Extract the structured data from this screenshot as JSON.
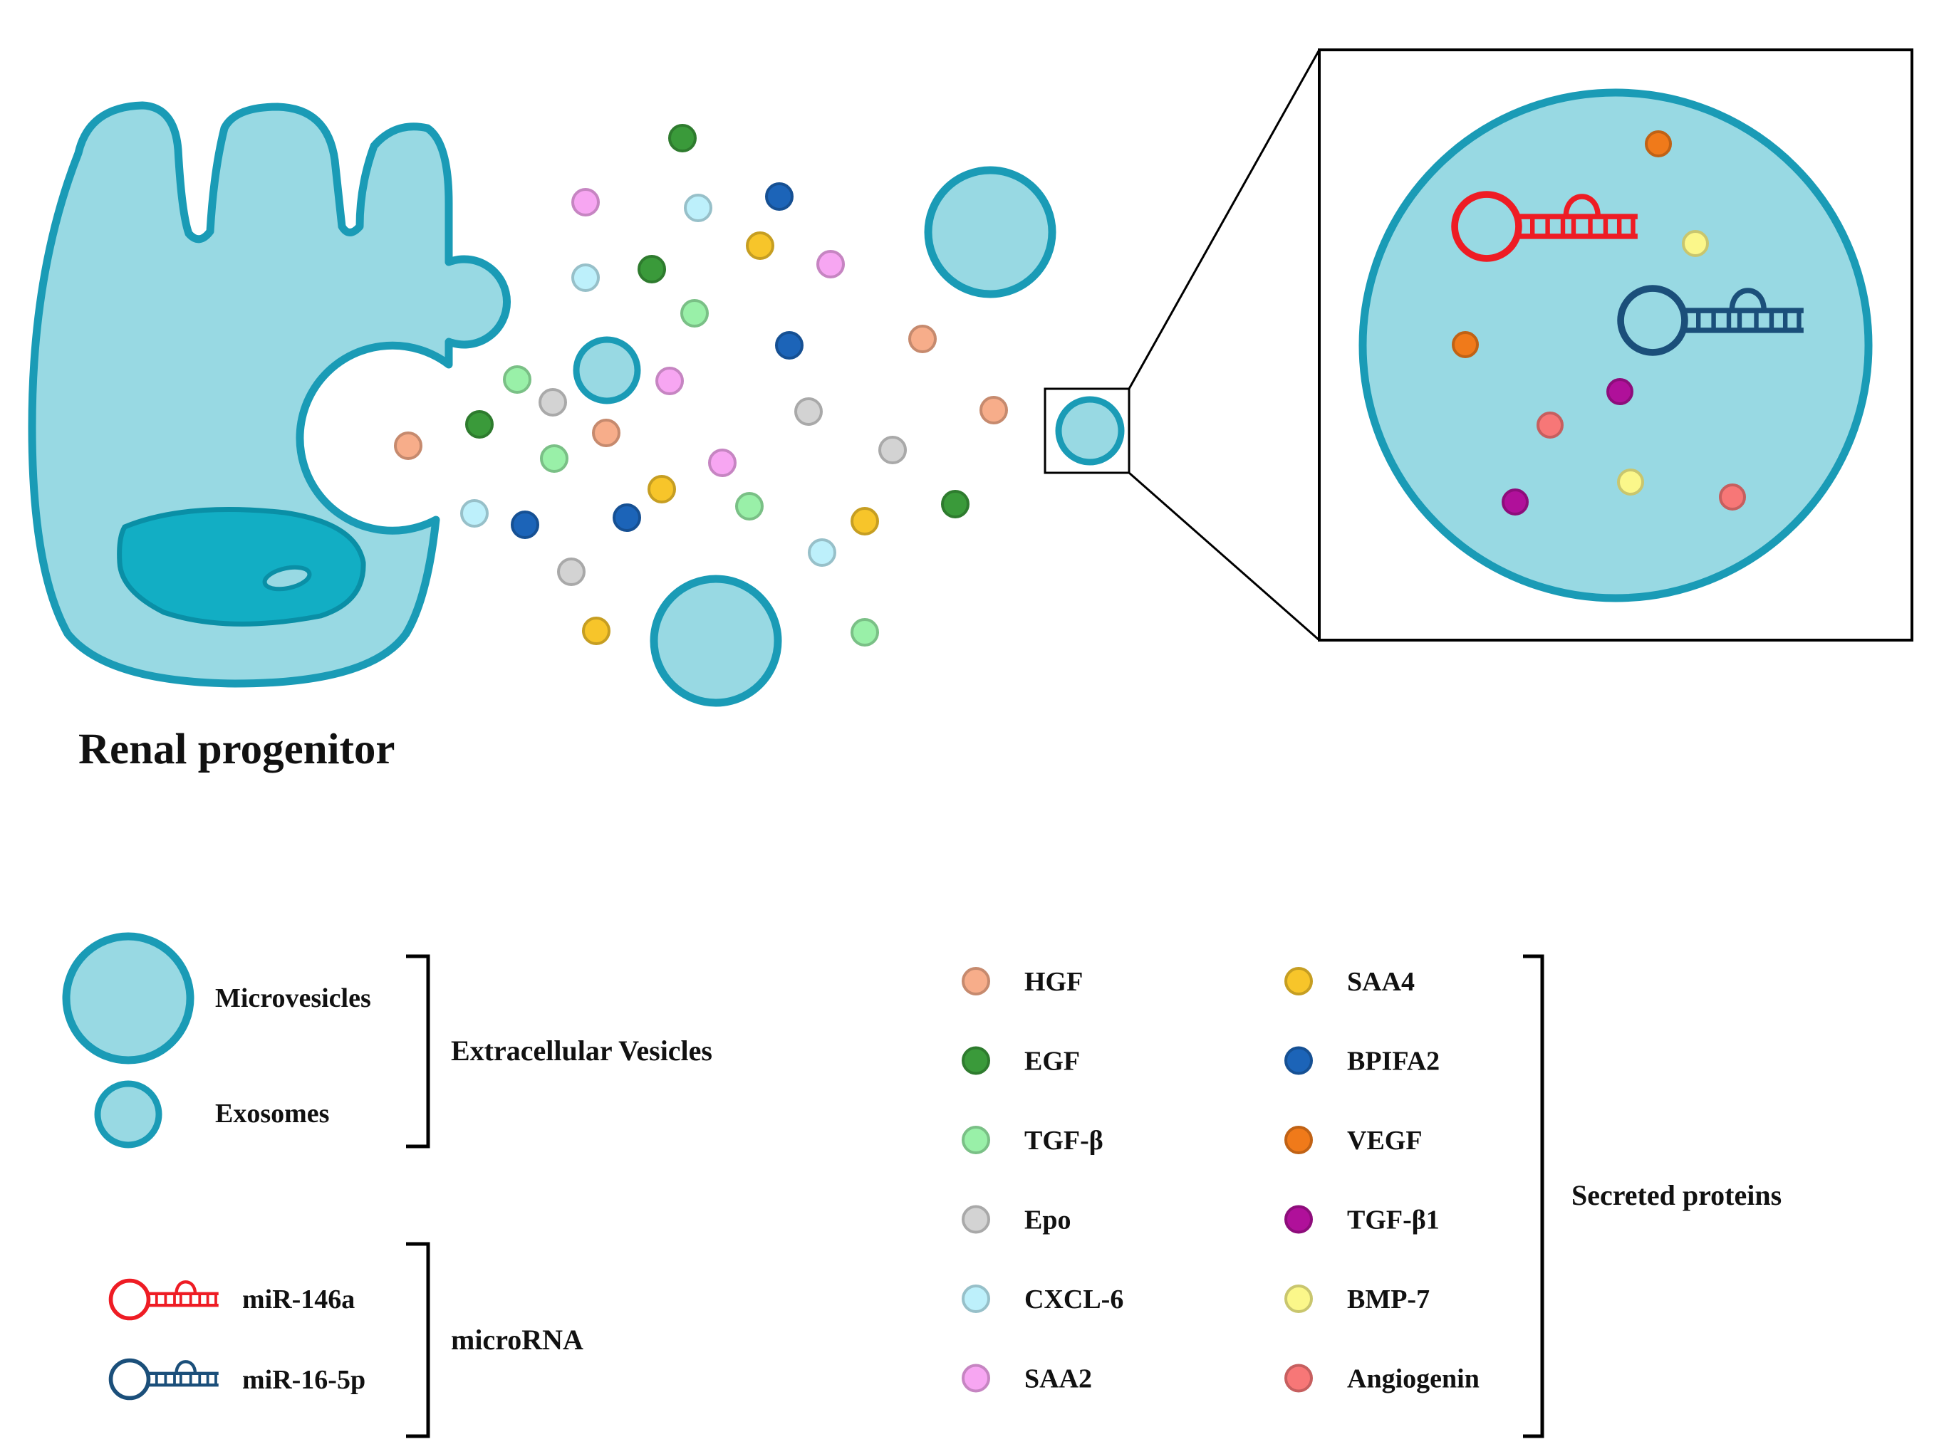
{
  "title": "Renal progenitor",
  "vesicle_legend": {
    "items": [
      {
        "id": "microvesicles",
        "label": "Microvesicles"
      },
      {
        "id": "exosomes",
        "label": "Exosomes"
      }
    ],
    "group_label": "Extracellular Vesicles"
  },
  "microrna_legend": {
    "items": [
      {
        "id": "mir-146a",
        "label": "miR-146a",
        "color": "#ee1c24"
      },
      {
        "id": "mir-16-5p",
        "label": "miR-16-5p",
        "color": "#1b4f7a"
      }
    ],
    "group_label": "microRNA"
  },
  "protein_legend": {
    "group_label": "Secreted proteins",
    "items": [
      {
        "id": "hgf",
        "label": "HGF",
        "color": "#f7ad8a"
      },
      {
        "id": "egf",
        "label": "EGF",
        "color": "#3a9a3a"
      },
      {
        "id": "tgf-b",
        "label": "TGF-β",
        "color": "#99f0a8"
      },
      {
        "id": "epo",
        "label": "Epo",
        "color": "#d3d3d3"
      },
      {
        "id": "cxcl-6",
        "label": "CXCL-6",
        "color": "#bdf0fb"
      },
      {
        "id": "saa2",
        "label": "SAA2",
        "color": "#f7a6f2"
      },
      {
        "id": "saa4",
        "label": "SAA4",
        "color": "#f7c52a"
      },
      {
        "id": "bpifa2",
        "label": "BPIFA2",
        "color": "#1c64b8"
      },
      {
        "id": "vegf",
        "label": "VEGF",
        "color": "#f07a1a"
      },
      {
        "id": "tgf-b1",
        "label": "TGF-β1",
        "color": "#b0109a"
      },
      {
        "id": "bmp-7",
        "label": "BMP-7",
        "color": "#fbf78a"
      },
      {
        "id": "angiogenin",
        "label": "Angiogenin",
        "color": "#f77777"
      }
    ]
  },
  "colors": {
    "vesicle_fill": "#98d9e3",
    "vesicle_stroke": "#1a9bb6",
    "nucleus_fill": "#12aec4",
    "nucleus_stroke": "#0a8fa6",
    "frame_stroke": "#000000"
  }
}
